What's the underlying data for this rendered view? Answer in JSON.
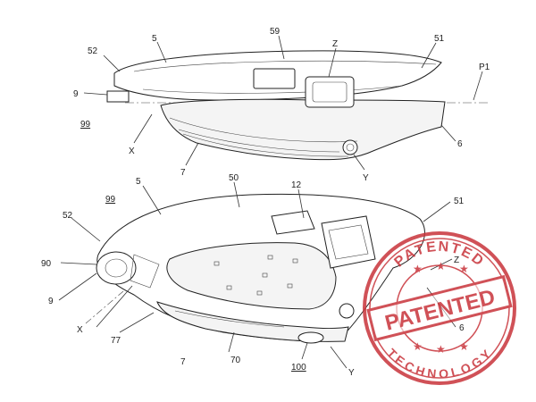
{
  "top_figure": {
    "labels": {
      "l5": "5",
      "l59": "59",
      "lZ": "Z",
      "l51": "51",
      "l52": "52",
      "lP1": "P1",
      "l9": "9",
      "l99": "99",
      "lX": "X",
      "l7": "7",
      "l6": "6",
      "lY": "Y"
    }
  },
  "bottom_figure": {
    "labels": {
      "l50": "50",
      "l5": "5",
      "l99": "99",
      "l12": "12",
      "l51": "51",
      "l52": "52",
      "lZ": "Z",
      "l90": "90",
      "l9": "9",
      "lX": "X",
      "l77": "77",
      "l6": "6",
      "l7": "7",
      "l70": "70",
      "l100": "100",
      "lY": "Y"
    }
  },
  "stamp": {
    "top_text": "PATENTED",
    "center_text": "PATENTED",
    "bottom_text": "TECHNOLOGY",
    "color": "#c8333a"
  }
}
